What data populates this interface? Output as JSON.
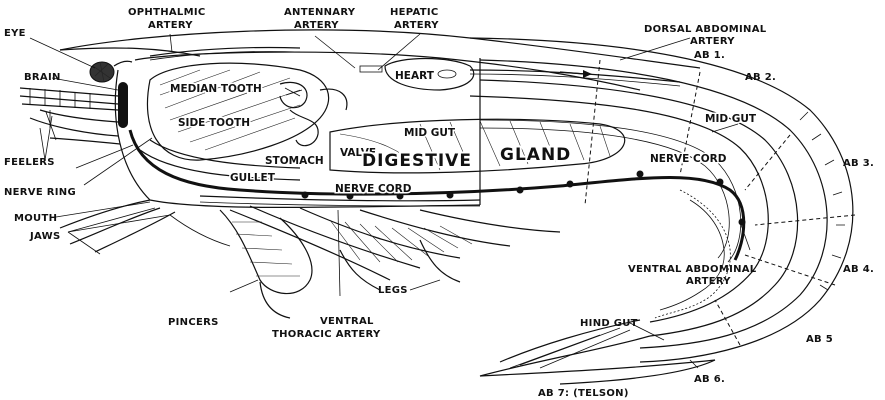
{
  "labels": {
    "eye": "EYE",
    "brain": "BRAIN",
    "feelers": "FEELERS",
    "nerve_ring": "NERVE RING",
    "mouth": "MOUTH",
    "jaws": "JAWS",
    "ophthalmic_1": "OPHTHALMIC",
    "ophthalmic_2": "ARTERY",
    "antennary_1": "ANTENNARY",
    "antennary_2": "ARTERY",
    "hepatic_1": "HEPATIC",
    "hepatic_2": "ARTERY",
    "dorsal_1": "DORSAL ABDOMINAL",
    "dorsal_2": "ARTERY",
    "ab1": "AB 1.",
    "ab2": "AB 2.",
    "ab3": "AB 3.",
    "ab4": "AB 4.",
    "ab5": "AB 5",
    "ab6": "AB 6.",
    "ab7": "AB 7: (TELSON)",
    "heart": "HEART",
    "median_tooth": "MEDIAN TOOTH",
    "side_tooth": "SIDE TOOTH",
    "stomach": "STOMACH",
    "valve": "VALVE",
    "mid_gut_upper": "MID GUT",
    "digestive": "DIGESTIVE",
    "gland": "GLAND",
    "gullet": "GULLET",
    "nerve_cord_left": "NERVE CORD",
    "nerve_cord_right": "NERVE CORD",
    "mid_gut_right": "MID GUT",
    "ventral_abd_1": "VENTRAL ABDOMINAL",
    "ventral_abd_2": "ARTERY",
    "legs": "LEGS",
    "pincers": "PINCERS",
    "ventral_thor_1": "VENTRAL",
    "ventral_thor_2": "THORACIC ARTERY",
    "hind_gut": "HIND GUT"
  }
}
